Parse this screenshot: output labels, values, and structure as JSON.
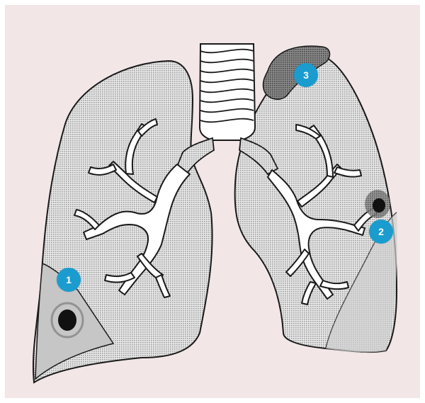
{
  "colors": {
    "background": "#f2e6e6",
    "marker": "#1a9ccf",
    "lung_fill": "#d9d9d9",
    "outline": "#1a1a1a",
    "lesion": "#111111",
    "shadow": "#7a7a7a"
  },
  "markers": [
    {
      "label": "1"
    },
    {
      "label": "2"
    },
    {
      "label": "3"
    }
  ],
  "icons": {
    "marker_shape": "filled-circle"
  }
}
